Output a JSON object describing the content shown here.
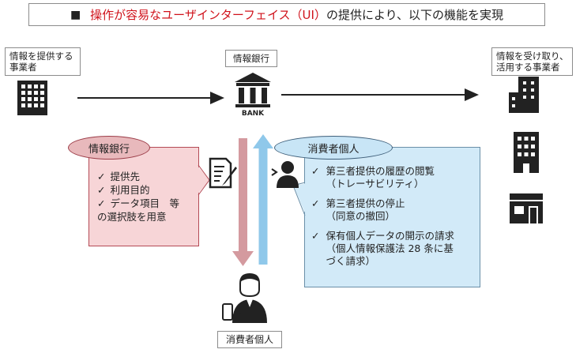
{
  "title": {
    "prefix": "■",
    "highlight": "操作が容易なユーザインターフェイス（UI）",
    "rest": "の提供により、以下の機能を実現"
  },
  "provider": {
    "line1": "情報を提供する",
    "line2": "事業者"
  },
  "bank": {
    "label": "情報銀行",
    "icon_text": "BANK"
  },
  "user_org": {
    "line1": "情報を受け取り、",
    "line2": "活用する事業者"
  },
  "bank_panel": {
    "pill": "情報銀行",
    "items": [
      "提供先",
      "利用目的",
      "データ項目　等"
    ],
    "footer": "の選択肢を用意",
    "check": "✓"
  },
  "consumer_panel": {
    "pill": "消費者個人",
    "check": "✓",
    "items": [
      {
        "line1": "第三者提供の履歴の閲覧",
        "line2": "（トレーサビリティ）"
      },
      {
        "line1": "第三者提供の停止",
        "line2": "（同意の撤回）"
      },
      {
        "line1": "保有個人データの開示の請求",
        "line2": "（個人情報保護法 28 条に基",
        "line3": "づく請求）"
      }
    ]
  },
  "consumer_label": "消費者個人",
  "colors": {
    "red": "#d0121b",
    "pink_arrow": "#d49a9f",
    "blue_arrow": "#8fc8ea"
  }
}
